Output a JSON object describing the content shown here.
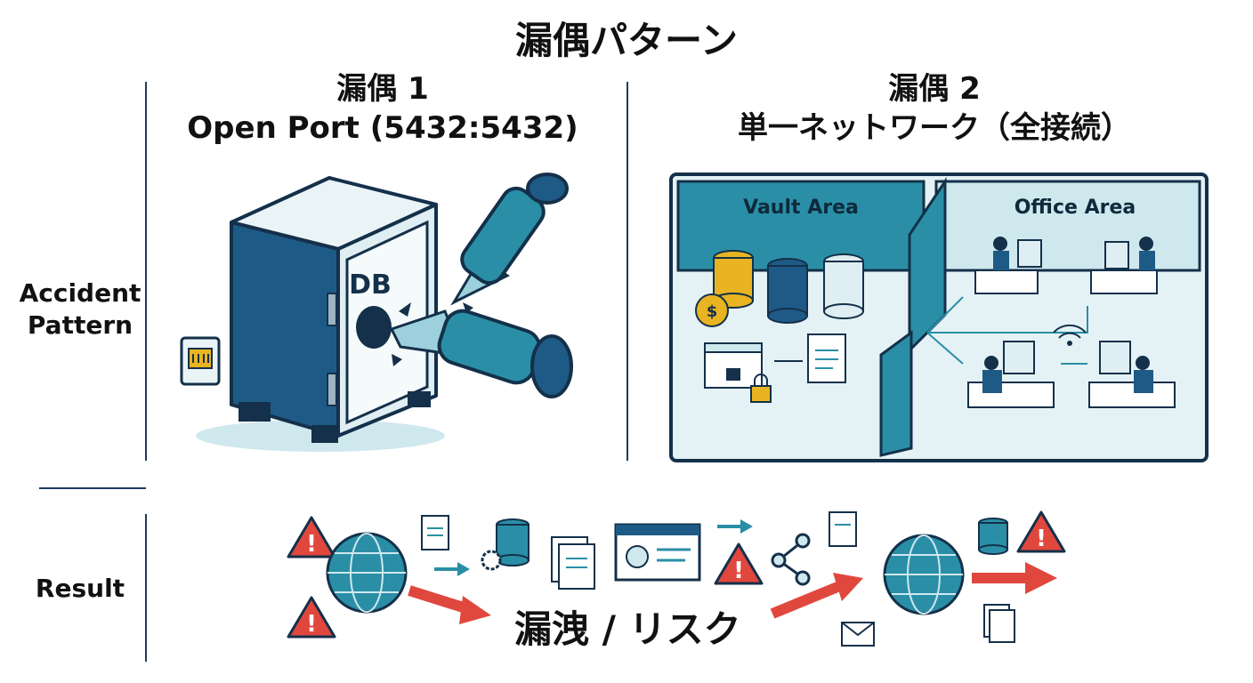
{
  "title": "漏偶パターン",
  "columns": [
    {
      "line1": "漏偶 1",
      "line2": "Open Port (5432:5432)"
    },
    {
      "line1": "漏偶 2",
      "line2": "単一ネットワーク（全接続）"
    }
  ],
  "rows": {
    "accident": {
      "line1": "Accident",
      "line2": "Pattern"
    },
    "result": "Result"
  },
  "panel1": {
    "safe_label": "DB"
  },
  "panel2": {
    "vault_label": "Vault Area",
    "office_label": "Office Area"
  },
  "result_text": "漏洩 / リスク",
  "colors": {
    "teal": "#2a8fa6",
    "dark_blue": "#1e5a86",
    "navy": "#14304a",
    "light_teal": "#cfe8ee",
    "warning_red": "#e0473d",
    "gold": "#e8b422"
  },
  "icons": [
    "safe-icon",
    "drill-icon",
    "ethernet-port-icon",
    "coins-icon",
    "database-icon",
    "document-icon",
    "lock-icon",
    "wifi-icon",
    "globe-icon",
    "warning-icon",
    "share-icon",
    "envelope-icon",
    "gear-icon",
    "arrow-icon",
    "dashboard-icon"
  ]
}
